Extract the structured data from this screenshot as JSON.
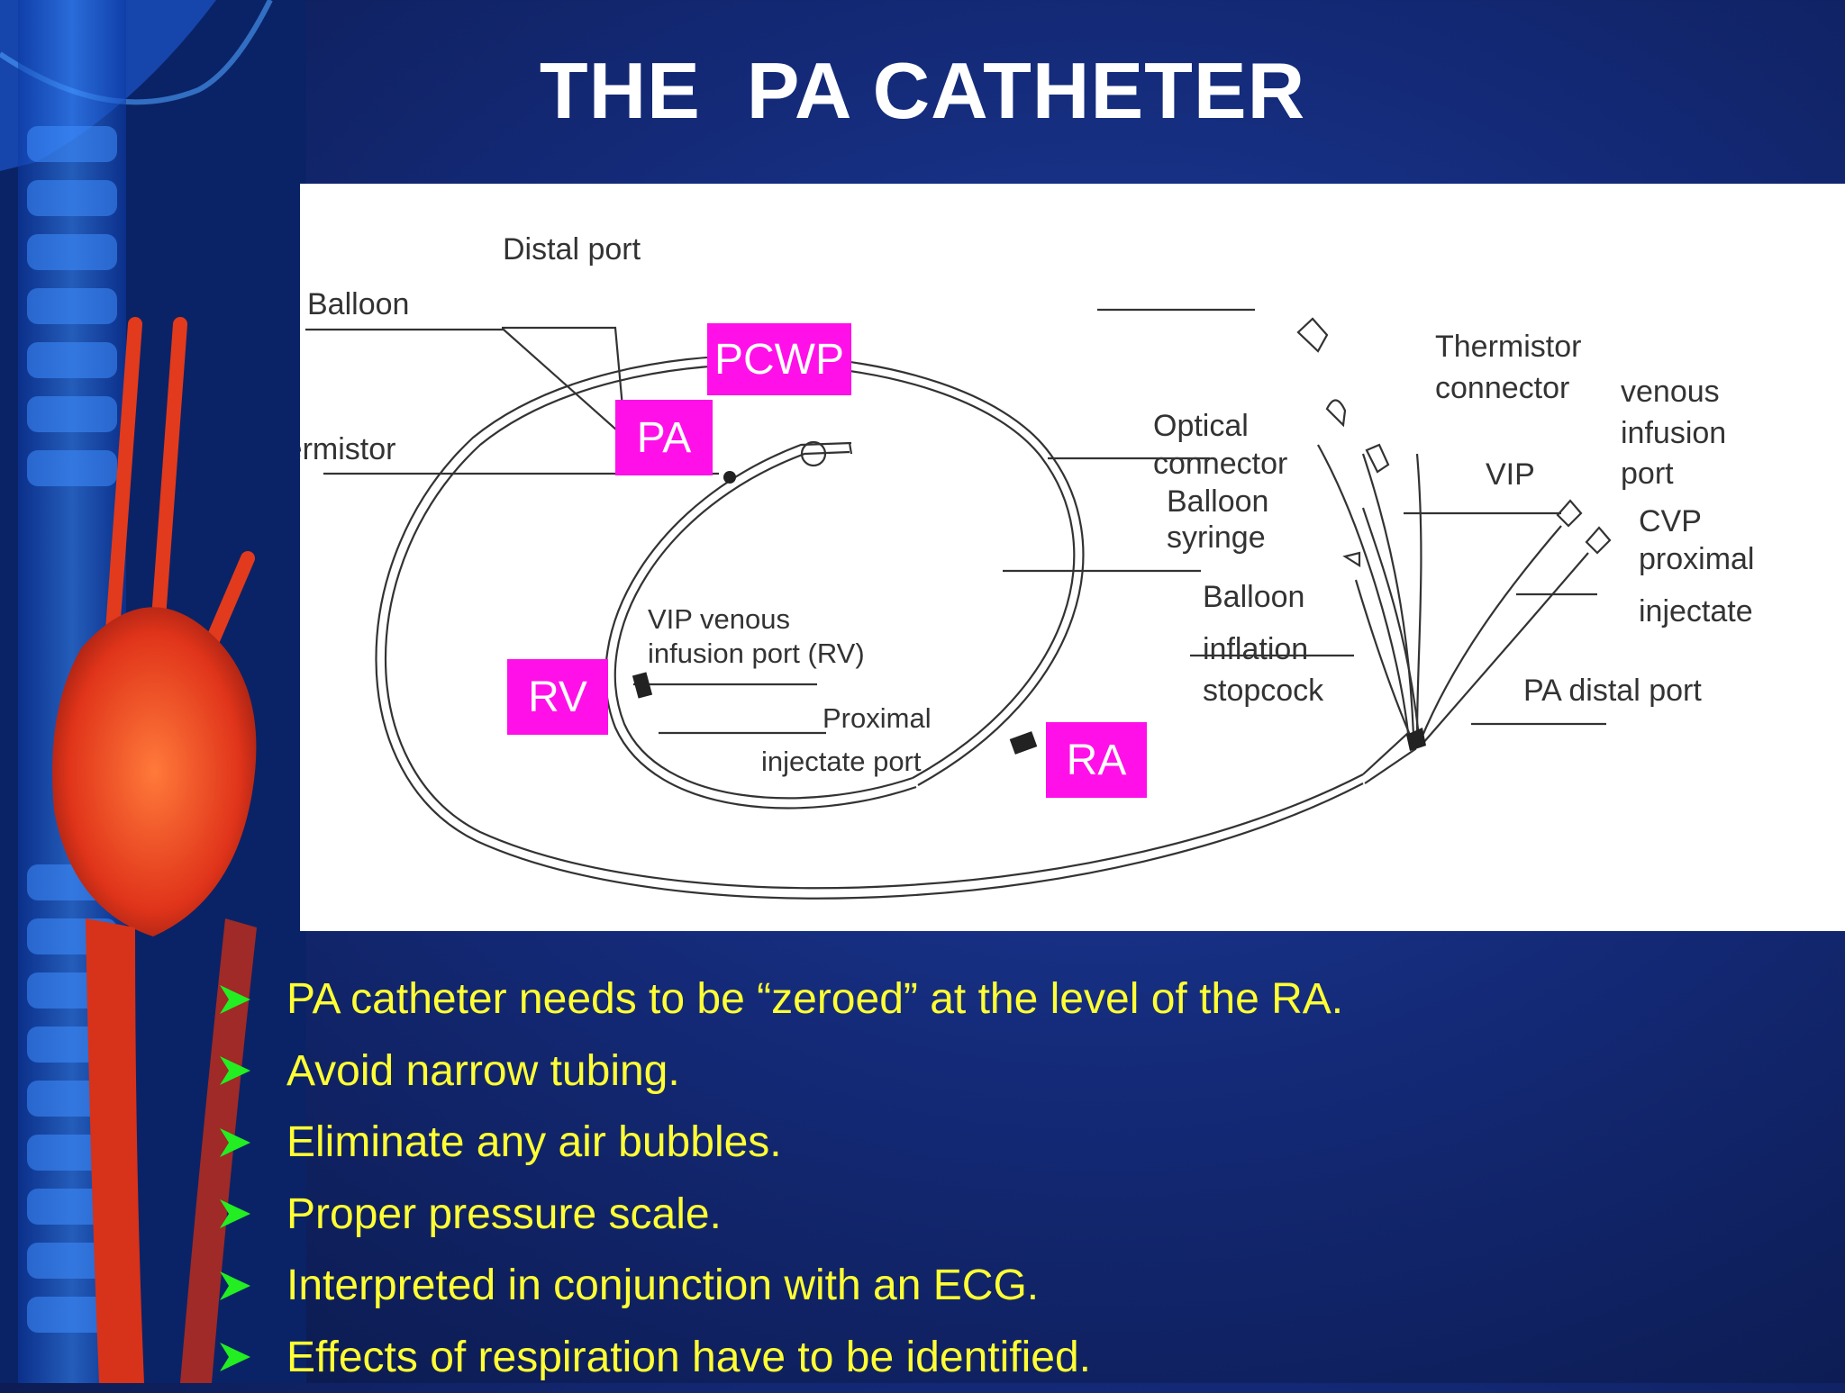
{
  "title": "THE  PA CATHETER",
  "diagram": {
    "labels": {
      "distal_port": "Distal port",
      "balloon": "Balloon",
      "thermistor": "Thermistor",
      "vip_line1": "VIP venous",
      "vip_line2": "infusion port (RV)",
      "proximal_line1": "Proximal",
      "proximal_line2": "injectate port",
      "thermistor_connector_1": "Thermistor",
      "thermistor_connector_2": "connector",
      "venous": "venous",
      "infusion": "infusion",
      "port": "port",
      "optical_1": "Optical",
      "optical_2": "connector",
      "balloon_syringe_1": "Balloon",
      "balloon_syringe_2": "syringe",
      "vip": "VIP",
      "cvp": "CVP",
      "proximal": "proximal",
      "injectate": "injectate",
      "balloon_stopcock_1": "Balloon",
      "balloon_stopcock_2": "inflation",
      "balloon_stopcock_3": "stopcock",
      "pa_distal_port": "PA distal port"
    },
    "tags": {
      "pcwp": "PCWP",
      "pa": "PA",
      "rv": "RV",
      "ra": "RA"
    },
    "tag_color": "#ff10e8"
  },
  "bullets": [
    "PA catheter needs to be “zeroed” at the level of the RA.",
    "Avoid narrow tubing.",
    "Eliminate any air bubbles.",
    "Proper pressure scale.",
    "Interpreted in conjunction with an ECG.",
    "Effects of respiration have to be identified."
  ],
  "colors": {
    "bullet_text": "#ffff33",
    "bullet_arrow": "#22ee22",
    "title": "#ffffff"
  }
}
